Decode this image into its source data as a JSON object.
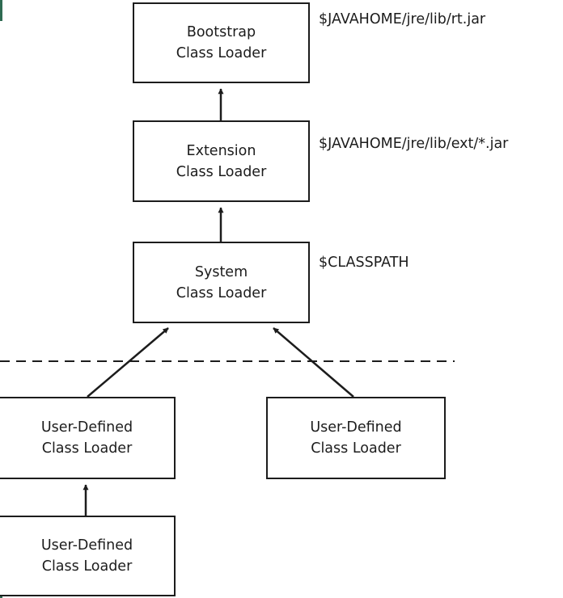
{
  "diagram": {
    "boxes": {
      "bootstrap": {
        "line1": "Bootstrap",
        "line2": "Class Loader"
      },
      "extension": {
        "line1": "Extension",
        "line2": "Class Loader"
      },
      "system": {
        "line1": "System",
        "line2": "Class Loader"
      },
      "user_left": {
        "line1": "User-Defined",
        "line2": "Class Loader"
      },
      "user_right": {
        "line1": "User-Defined",
        "line2": "Class Loader"
      },
      "user_bottom": {
        "line1": "User-Defined",
        "line2": "Class Loader"
      }
    },
    "path_labels": {
      "bootstrap": "$JAVAHOME/jre/lib/rt.jar",
      "extension": "$JAVAHOME/jre/lib/ext/*.jar",
      "system": "$CLASSPATH"
    },
    "colors": {
      "stroke": "#1c1c1c",
      "background": "#ffffff",
      "edge_accent": "#2f6b52"
    }
  }
}
